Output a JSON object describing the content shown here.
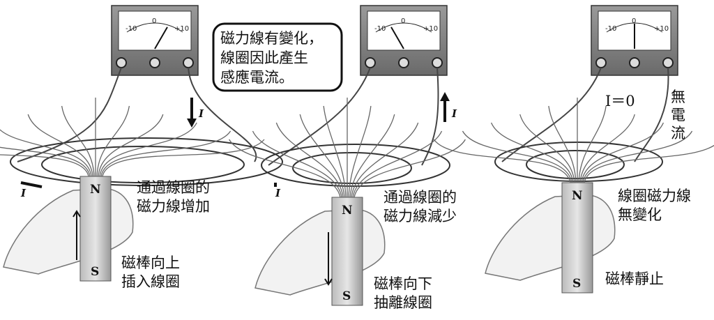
{
  "meter": {
    "left": "-10",
    "center": "0",
    "right": "+10"
  },
  "current_symbol": "I",
  "poles": {
    "north": "N",
    "south": "S"
  },
  "callout": {
    "lines": [
      "磁力線有變化，",
      "線圈因此產生",
      "感應電流。"
    ]
  },
  "panels": [
    {
      "flux_label": [
        "通過線圈的",
        "磁力線增加"
      ],
      "magnet_label": [
        "磁棒向上",
        "插入線圈"
      ],
      "needle": "right"
    },
    {
      "flux_label": [
        "通過線圈的",
        "磁力線減少"
      ],
      "magnet_label": [
        "磁棒向下",
        "抽離線圈"
      ],
      "needle": "left"
    },
    {
      "current_label": "I＝0",
      "no_current_label": [
        "無",
        "電",
        "流"
      ],
      "flux_label": [
        "線圈磁力線",
        "無變化"
      ],
      "magnet_label": [
        "磁棒靜止"
      ],
      "needle": "center"
    }
  ]
}
